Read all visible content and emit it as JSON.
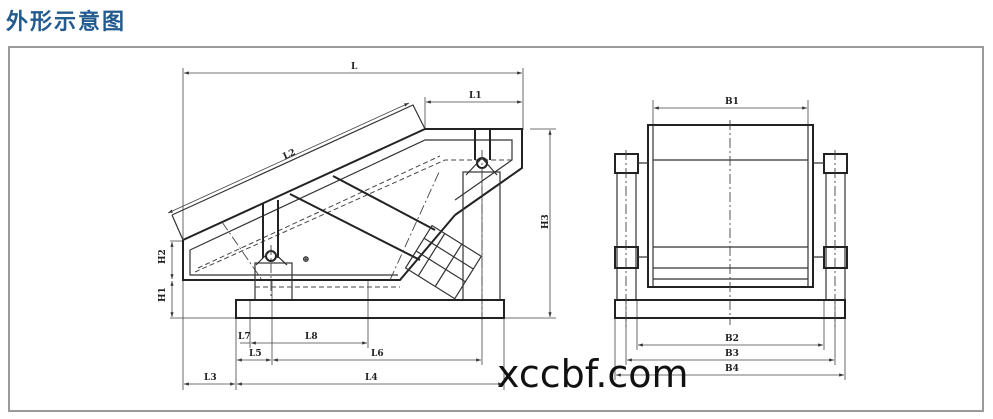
{
  "title": "外形示意图",
  "watermark": "xccbf.com",
  "side_view": {
    "dimensions": {
      "L": "L",
      "L1": "L1",
      "L2": "L2",
      "L3": "L3",
      "L4": "L4",
      "L5": "L5",
      "L6": "L6",
      "L7": "L7",
      "L8": "L8",
      "H1": "H1",
      "H2": "H2",
      "H3": "H3"
    }
  },
  "front_view": {
    "dimensions": {
      "B1": "B1",
      "B2": "B2",
      "B3": "B3",
      "B4": "B4"
    }
  }
}
